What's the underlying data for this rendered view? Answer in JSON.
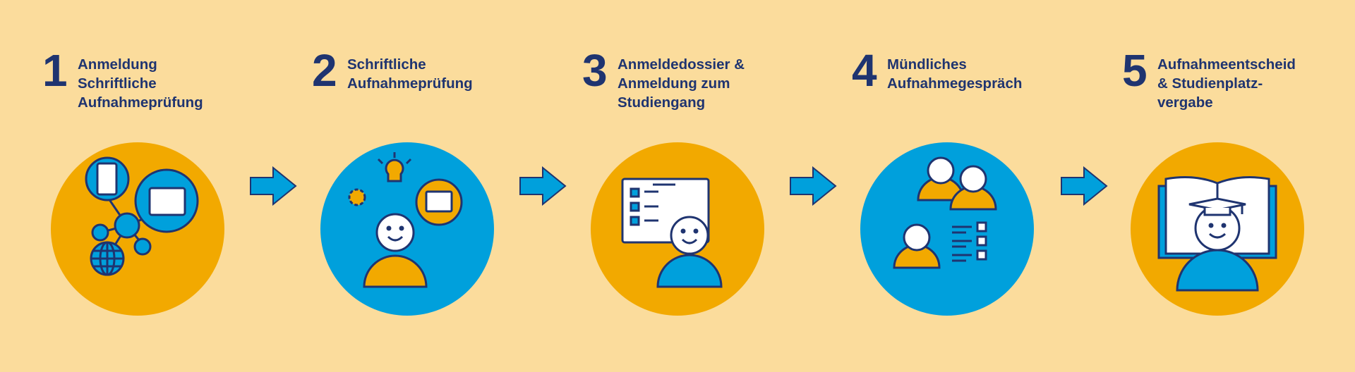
{
  "colors": {
    "background": "#fbdc9c",
    "orange": "#f2a900",
    "blue": "#00a0dc",
    "navy": "#1f3470"
  },
  "steps": [
    {
      "number": "1",
      "title": "Anmeldung\nSchriftliche\nAufnahmeprüfung",
      "circle_color": "orange",
      "icon": "network-devices-icon"
    },
    {
      "number": "2",
      "title": "Schriftliche\nAufnahmeprüfung",
      "circle_color": "blue",
      "icon": "person-thinking-icon"
    },
    {
      "number": "3",
      "title": "Anmeldedossier &\nAnmeldung zum\nStudiengang",
      "circle_color": "orange",
      "icon": "person-checklist-icon"
    },
    {
      "number": "4",
      "title": "Mündliches\nAufnahmegespräch",
      "circle_color": "blue",
      "icon": "interview-group-icon"
    },
    {
      "number": "5",
      "title": "Aufnahmeentscheid\n& Studienplatz-\nvergabe",
      "circle_color": "orange",
      "icon": "graduate-book-icon"
    }
  ]
}
